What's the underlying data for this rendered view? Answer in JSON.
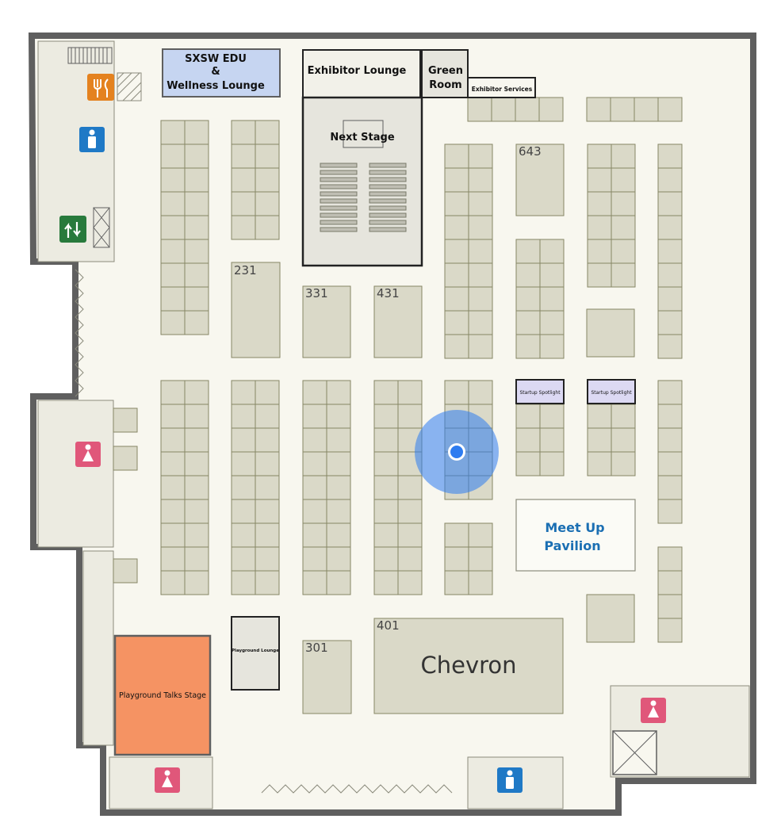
{
  "map": {
    "rooms": {
      "sxsw_edu_line1": "SXSW EDU",
      "sxsw_edu_line2": "&",
      "sxsw_edu_line3": "Wellness Lounge",
      "exhibitor_lounge": "Exhibitor Lounge",
      "green_room_line1": "Green",
      "green_room_line2": "Room",
      "exhibitor_services": "Exhibitor Services",
      "next_stage": "Next Stage",
      "startup_spotlight_1": "Startup Spotlight",
      "startup_spotlight_2": "Startup Spotlight",
      "meet_up_line1": "Meet Up",
      "meet_up_line2": "Pavilion",
      "playground_lounge": "Playground Lounge",
      "playground_talks_stage": "Playground Talks Stage",
      "chevron": "Chevron"
    },
    "booth_numbers": {
      "b643": "643",
      "b231": "231",
      "b331": "331",
      "b431": "431",
      "b401": "401",
      "b301": "301"
    },
    "icons": {
      "restaurant": "fork-knife-icon",
      "restroom_men": "restroom-men-icon",
      "restroom_women": "restroom-women-icon",
      "elevator": "elevator-icon",
      "current_location": "you-are-here-icon"
    },
    "colors": {
      "wall": "#5f5f5f",
      "floor": "#f8f7ef",
      "booth": "#dad9c8",
      "booth_border": "#868665",
      "lounge_blue": "#c6d5f1",
      "startup_purple": "#dcd9f3",
      "stage_orange": "#f59363",
      "meetup_text": "#1b6fb3",
      "restroom_men": "#1f79c6",
      "restroom_women": "#e0577a",
      "elevator": "#287a3c",
      "food": "#e4821f",
      "location": "#2e7cf0"
    }
  }
}
